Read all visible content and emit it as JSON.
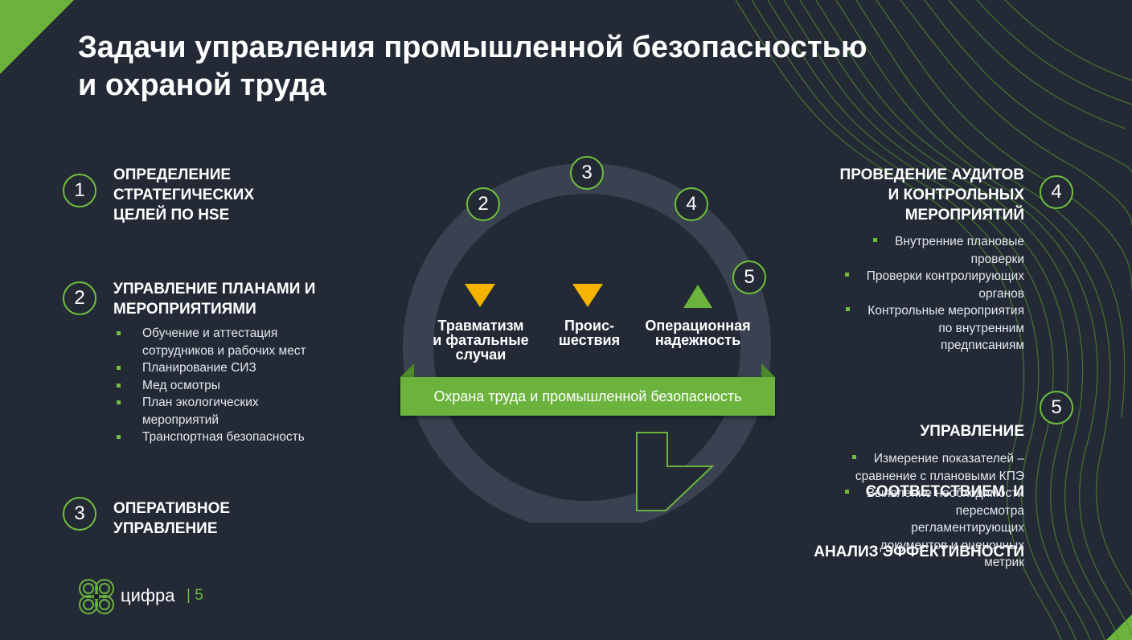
{
  "title": {
    "line1": "Задачи управления промышленной безопасностью",
    "line2": "и охраной труда"
  },
  "left": {
    "s1": {
      "num": "1",
      "lines": [
        "ОПРЕДЕЛЕНИЕ",
        "СТРАТЕГИЧЕСКИХ",
        "ЦЕЛЕЙ ПО HSE"
      ]
    },
    "s2": {
      "num": "2",
      "lines": [
        "УПРАВЛЕНИЕ ПЛАНАМИ И",
        "МЕРОПРИЯТИЯМИ"
      ],
      "bullets": [
        [
          "Обучение и аттестация",
          "сотрудников и рабочих мест"
        ],
        [
          "Планирование СИЗ"
        ],
        [
          "Мед осмотры"
        ],
        [
          "План экологических",
          "мероприятий"
        ],
        [
          "Транспортная безопасность"
        ]
      ]
    },
    "s3": {
      "num": "3",
      "lines": [
        "ОПЕРАТИВНОЕ",
        "УПРАВЛЕНИЕ"
      ]
    }
  },
  "right": {
    "s4": {
      "num": "4",
      "lines": [
        "ПРОВЕДЕНИЕ АУДИТОВ",
        "И КОНТРОЛЬНЫХ",
        "МЕРОПРИЯТИЙ"
      ],
      "bullets": [
        [
          "Внутренние плановые",
          "проверки"
        ],
        [
          "Проверки контролирующих",
          "органов"
        ],
        [
          "Контрольные мероприятия",
          "по внутренним",
          "предписаниям"
        ]
      ]
    },
    "s5": {
      "num": "5",
      "lines": [
        "УПРАВЛЕНИЕ",
        "СООТВЕТСТВИЕМ  И",
        "АНАЛИЗ ЭФФЕКТИВНОСТИ"
      ],
      "bullets": [
        [
          "Измерение показателей –",
          "сравнение с плановыми КПЭ"
        ],
        [
          "Выявление необходимости",
          "пересмотра",
          "регламентирующих",
          "документов и оценочных",
          "метрик"
        ]
      ]
    }
  },
  "cycle": {
    "steps": [
      "2",
      "3",
      "4",
      "5"
    ],
    "kpis": [
      {
        "lines": [
          "Травматизм",
          "и фатальные",
          "случаи"
        ],
        "trend": "down",
        "color": "#f4b400"
      },
      {
        "lines": [
          "Проис-",
          "шествия"
        ],
        "trend": "down",
        "color": "#f4b400"
      },
      {
        "lines": [
          "Операционная",
          "надежность"
        ],
        "trend": "up",
        "color": "#6cb33e"
      }
    ],
    "banner": "Охрана труда и промышленной безопасность"
  },
  "footer": {
    "logo_text": "цифра",
    "page_number": "| 5"
  },
  "colors": {
    "background": "#232a36",
    "accent_green": "#6cb33e",
    "warning_yellow": "#f4b400"
  }
}
